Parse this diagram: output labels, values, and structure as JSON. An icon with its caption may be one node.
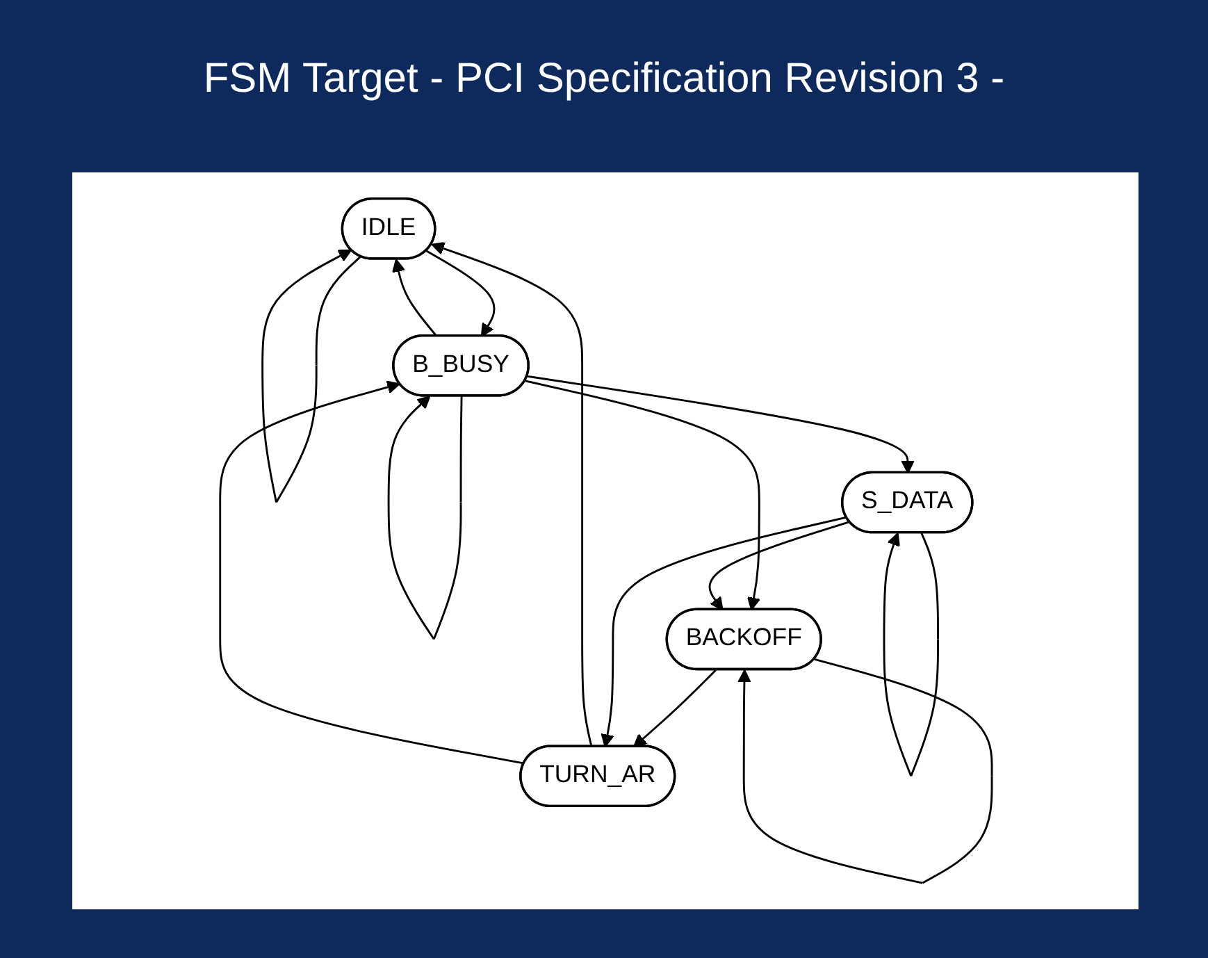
{
  "diagram": {
    "title": "FSM Target  - PCI Specification Revision 3 -",
    "nodes": [
      {
        "text": [
          "IDLE"
        ]
      },
      {
        "text": [
          "B_BUSY"
        ]
      },
      {
        "text": [
          "BACKOFF"
        ]
      },
      {
        "text": [
          "S_DATA"
        ]
      },
      {
        "text": [
          "TURN_AR"
        ]
      }
    ],
    "edges": [
      {
        "from": 0,
        "to": 0,
        "arrow": "to"
      },
      {
        "from": 1,
        "to": 1,
        "arrow": "to"
      },
      {
        "from": 0,
        "to": 1,
        "arrow": "to"
      },
      {
        "from": 1,
        "to": 0,
        "arrow": "to"
      },
      {
        "from": 1,
        "to": 2,
        "arrow": "to"
      },
      {
        "from": 1,
        "to": 3,
        "arrow": "to"
      },
      {
        "from": 2,
        "to": 2,
        "arrow": "to"
      },
      {
        "from": 3,
        "to": 3,
        "arrow": "to"
      },
      {
        "from": 3,
        "to": 2,
        "arrow": "to"
      },
      {
        "from": 2,
        "to": 4,
        "arrow": "to"
      },
      {
        "from": 3,
        "to": 4,
        "arrow": "to"
      },
      {
        "from": 4,
        "to": 0,
        "arrow": "to"
      },
      {
        "from": 4,
        "to": 1,
        "arrow": "to"
      }
    ]
  }
}
